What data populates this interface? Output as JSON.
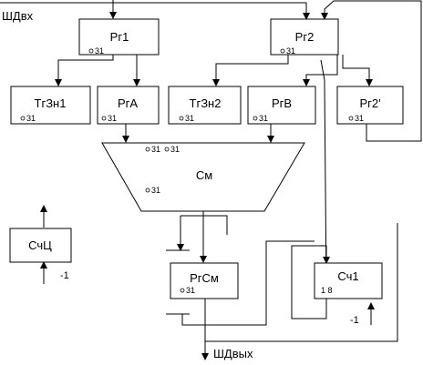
{
  "bus_in": "ШДвх",
  "bus_out": "ШДвых",
  "blocks": {
    "rg1": {
      "name": "Рг1",
      "pin": "31"
    },
    "rg2": {
      "name": "Рг2",
      "pin": "31"
    },
    "tgzn1": {
      "name": "ТгЗн1",
      "pin": "31"
    },
    "rga": {
      "name": "РгА",
      "pin": "31"
    },
    "tgzn2": {
      "name": "ТгЗн2",
      "pin": "31"
    },
    "rgb": {
      "name": "РгВ",
      "pin": "31"
    },
    "rg2p": {
      "name": "Рг2'",
      "pin": "31"
    },
    "adder": {
      "name": "См",
      "pin_a": "31",
      "pin_b": "31",
      "pin_c": "31"
    },
    "counter_c": {
      "name": "СчЦ",
      "input": "-1"
    },
    "rgsm": {
      "name": "РгСм",
      "pin": "31"
    },
    "counter1": {
      "name": "Сч1",
      "pin": "1 8",
      "input": "-1"
    }
  }
}
